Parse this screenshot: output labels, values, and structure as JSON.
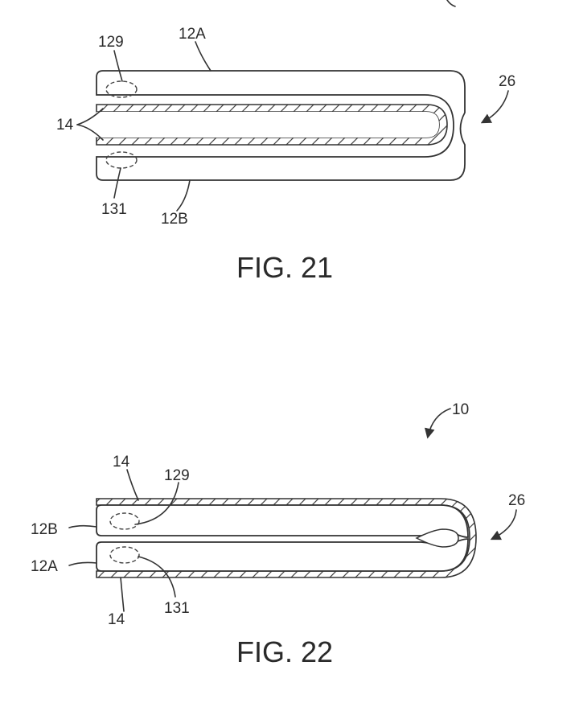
{
  "fig21": {
    "caption": "FIG. 21",
    "labels": {
      "ref_129": "129",
      "ref_12a": "12A",
      "ref_26": "26",
      "ref_14": "14",
      "ref_131": "131",
      "ref_12b": "12B"
    }
  },
  "fig22": {
    "caption": "FIG. 22",
    "labels": {
      "ref_10": "10",
      "ref_14_top": "14",
      "ref_129": "129",
      "ref_26": "26",
      "ref_12b": "12B",
      "ref_12a": "12A",
      "ref_14_bottom": "14",
      "ref_131": "131"
    }
  }
}
